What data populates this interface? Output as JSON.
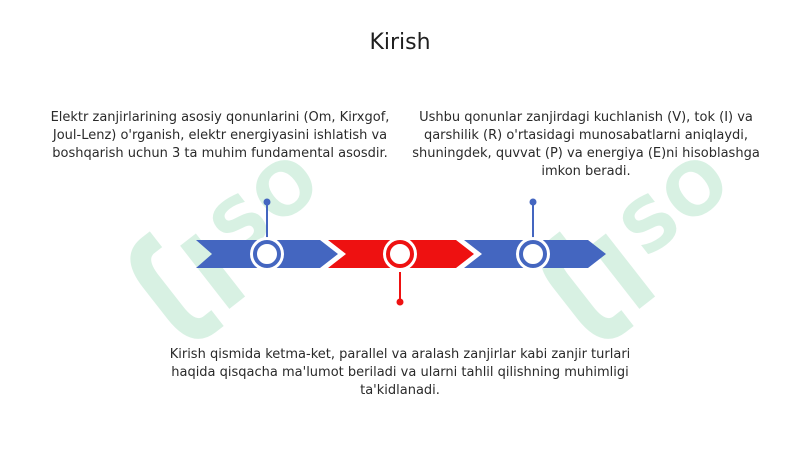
{
  "title": "Kirish",
  "texts": {
    "left": "Elektr zanjirlarining asosiy qonunlarini (Om, Kirxgof, Joul-Lenz) o'rganish, elektr energiyasini ishlatish va boshqarish uchun 3 ta muhim fundamental asosdir.",
    "right": "Ushbu qonunlar zanjirdagi kuchlanish (V), tok (I) va qarshilik (R) o'rtasidagi munosabatlarni aniqlaydi, shuningdek, quvvat (P) va energiya (E)ni hisoblashga imkon beradi.",
    "bottom": "Kirish qismida ketma-ket, parallel va aralash zanjirlar kabi zanjir turlari haqida qisqacha ma'lumot beriladi va ularni tahlil qilishning muhimligi ta'kidlanadi."
  },
  "colors": {
    "blue": "#4466c0",
    "red": "#ee1111",
    "watermark": "#2fb36a"
  },
  "icons": {
    "watermark": "sofo-logo-watermark"
  }
}
